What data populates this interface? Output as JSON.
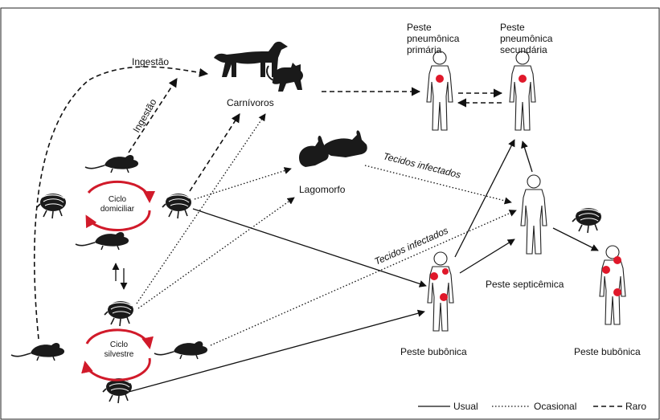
{
  "labels": {
    "ingestao_1": "Ingestão",
    "ingestao_2": "Ingestão",
    "carnivoros": "Carnívoros",
    "lagomorfo": "Lagomorfo",
    "tecidos_1": "Tecidos infectados",
    "tecidos_2": "Tecidos infectados",
    "ciclo_domiciliar_1": "Ciclo",
    "ciclo_domiciliar_2": "domiciliar",
    "ciclo_silvestre_1": "Ciclo",
    "ciclo_silvestre_2": "silvestre",
    "peste_primaria_1": "Peste",
    "peste_primaria_2": "pneumônica",
    "peste_primaria_3": "primária",
    "peste_secundaria_1": "Peste",
    "peste_secundaria_2": "pneumônica",
    "peste_secundaria_3": "secundária",
    "peste_septicemica": "Peste septicêmica",
    "peste_bubonica_1": "Peste bubônica",
    "peste_bubonica_2": "Peste bubônica"
  },
  "legend": {
    "usual": "Usual",
    "ocasional": "Ocasional",
    "raro": "Raro"
  },
  "colors": {
    "cycle_arrows": "#d11a2a",
    "lesions": "#e0182a",
    "lines": "#111111"
  }
}
